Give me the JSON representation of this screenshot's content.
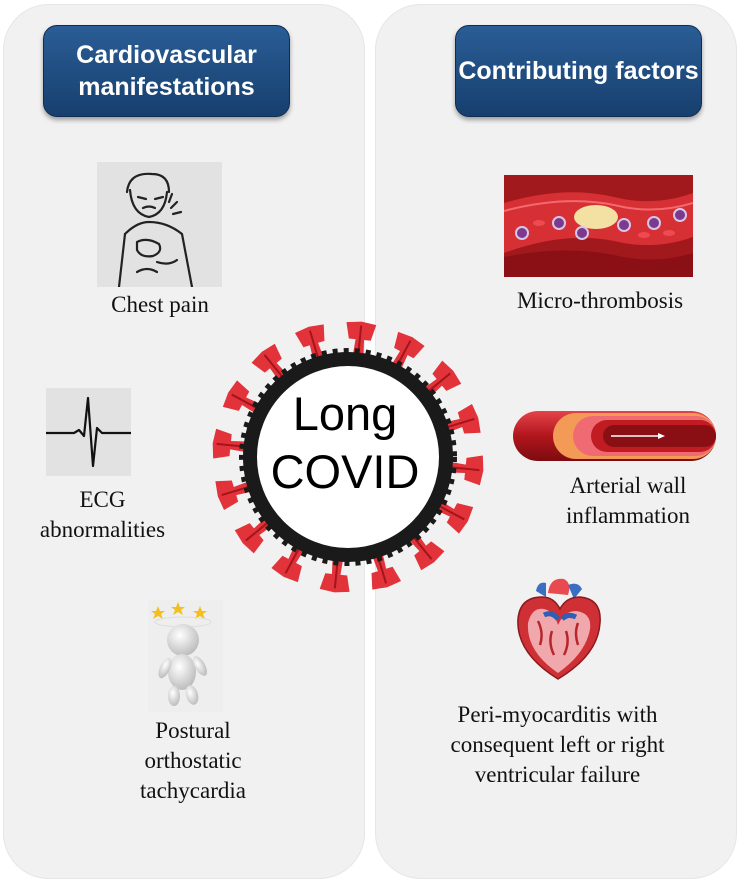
{
  "left": {
    "header": "Cardiovascular manifestations",
    "items": [
      {
        "label": "Chest pain",
        "icon": "chest-pain-icon"
      },
      {
        "label": "ECG abnormalities",
        "icon": "ecg-icon"
      },
      {
        "label": "Postural orthostatic tachycardia",
        "icon": "dizzy-figure-icon"
      }
    ]
  },
  "right": {
    "header": "Contributing factors",
    "items": [
      {
        "label": "Micro-thrombosis",
        "icon": "blood-vessel-clot-icon"
      },
      {
        "label": "Arterial wall inflammation",
        "icon": "artery-icon"
      },
      {
        "label": "Peri-myocarditis with consequent left or right ventricular failure",
        "icon": "heart-icon"
      }
    ]
  },
  "center": {
    "line1": "Long",
    "line2": "COVID",
    "icon": "coronavirus-icon"
  },
  "colors": {
    "panel_bg": "#f1f1f1",
    "header_bg": "#1f4a7c",
    "virus_red": "#e2323a",
    "virus_body": "#1a1a1a"
  }
}
